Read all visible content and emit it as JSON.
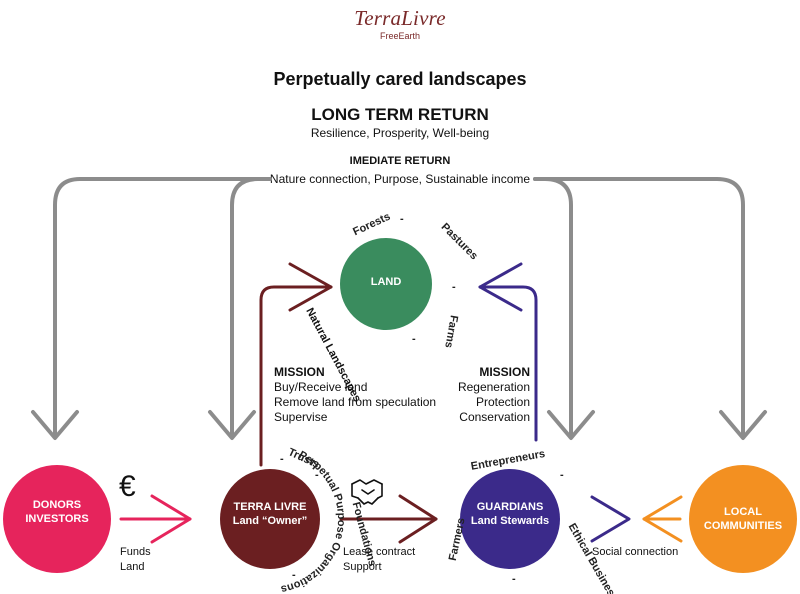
{
  "logo": {
    "name": "TerraLivre",
    "tagline": "FreeEarth"
  },
  "header": {
    "title": "Perpetually cared landscapes",
    "long_term": "LONG TERM RETURN",
    "long_term_sub": "Resilience, Prosperity, Well-being",
    "immediate": "IMEDIATE RETURN",
    "immediate_sub": "Nature connection, Purpose, Sustainable income"
  },
  "land": {
    "label": "LAND",
    "ring_labels": [
      "Forests",
      "-",
      "Pastures",
      "-",
      "Farms",
      "-",
      "Natural Landscapes"
    ]
  },
  "mission_left": {
    "title": "MISSION",
    "lines": [
      "Buy/Receive land",
      "Remove land from speculation",
      "Supervise"
    ]
  },
  "mission_right": {
    "title": "MISSION",
    "lines": [
      "Regeneration",
      "Protection",
      "Conservation"
    ]
  },
  "donors": {
    "line1": "DONORS",
    "line2": "INVESTORS"
  },
  "terra": {
    "line1": "TERRA LIVRE",
    "line2": "Land “Owner”",
    "ring": [
      "Perpetual Purpose Organizations",
      "-",
      "Trusts",
      "-",
      "Foundations",
      "-"
    ]
  },
  "guardians": {
    "line1": "GUARDIANS",
    "line2": "Land Stewards",
    "ring": [
      "Entrepreneurs",
      "-",
      "Ethical Business",
      "-",
      "Farmers"
    ]
  },
  "communities": {
    "line1": "LOCAL",
    "line2": "COMMUNITIES"
  },
  "flows": {
    "euro": "€",
    "funds": "Funds",
    "land": "Land",
    "lease": "Lease contract",
    "support": "Support",
    "social": "Social connection"
  },
  "colors": {
    "land": "#3a8c5e",
    "donors": "#e6245c",
    "terra": "#6b1f21",
    "guardians": "#3b2a8a",
    "communities": "#f39021",
    "gray_arrow": "#8c8c8c",
    "logo": "#7a2a2a"
  },
  "icons": {
    "handshake": "handshake-icon"
  }
}
